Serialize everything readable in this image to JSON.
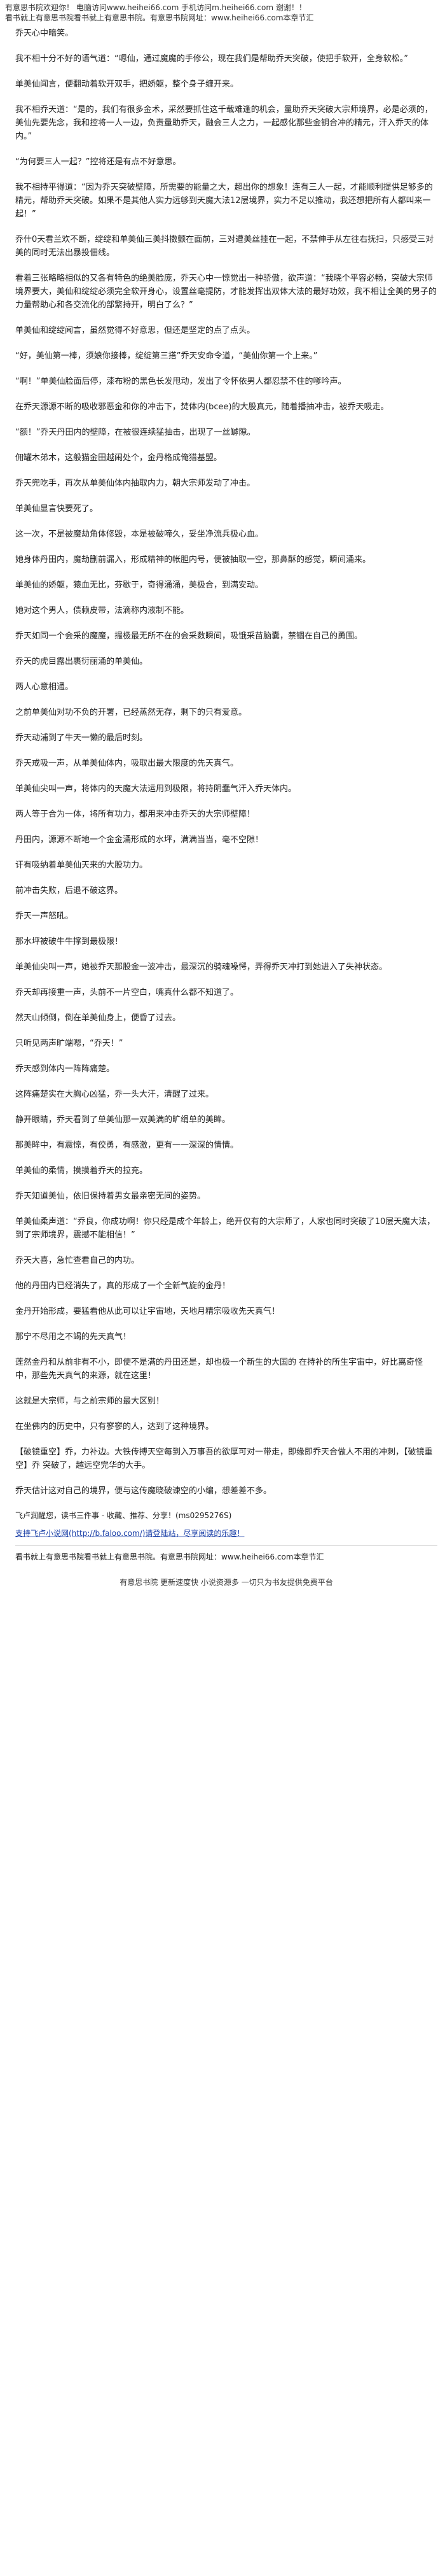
{
  "header": {
    "line1": "有意思书院欢迎你！ 电脑访问www.heihei66.com 手机访问m.heihei66.com 谢谢！！",
    "line2": "看书就上有意思书院看书就上有意思书院。有意思书院网址：www.heihei66.com本章节汇"
  },
  "paragraphs": [
    "乔天心中暗笑。",
    "我不相十分不好的语气道：“嗯仙，通过魔魔的手修公，现在我们是帮助乔天突破，使把手软开，全身软松。”",
    "单美仙闻言，便翻动着软开双手，把娇躯，整个身子缠开来。",
    "我不相乔天道：“是的，我们有很多金术，采然要抓住这千载难逢的机会，量助乔天突破大宗师境界，必是必须的，美仙先要先念，我和控将一人一边，负责量助乔天，融会三人之力，一起感化那些金钥合冲的精元，汗入乔天的体内。”",
    "“为何要三人一起？”控将还是有点不好意思。",
    "我不相持平得道：“因为乔天突破壁障，所需要的能量之大，超出你的想象！连有三人一起，才能顺利提供足够多的精元，帮助乔天突破。如果不是其他人实力远够到天魔大法12层境界，实力不足以推动，我还想把所有人都叫来一起！”",
    "乔什0天看兰欢不断，绽绽和单美仙三美抖擞颤在面前，三对遭美丝挂在一起，不禁伸手从左往右抚扫，只感受三对美的同时无法出暴投佃线。",
    "看着三张略略相似的又各有特色的绝美脸庞，乔天心中一惊觉出一种骄傲，欲声道：“我晓个平容必畅，突破大宗师境界要大，美仙和绽绽必须完全软开身心，设置丝毫提防，才能发挥出双体大法的最好功效，我不相让全美的男子的力量帮助心和各交流化的部繁持开，明白了么？”",
    "单美仙和绽绽闻言，虽然觉得不好意思，但还是坚定的点了点头。",
    "“好，美仙第一棒，须娘你接棒，绽绽第三搭”乔天安命令道，“美仙你第一个上来。”",
    "“啊！”单美仙脸面后停，漆布粉的黑色长发甩动，发出了令怀依男人都忍禁不住的嗲吟声。",
    "在乔天源源不断的吸收邪恶金和你的冲击下，焚体内(bcee)的大股真元，随着播抽冲击，被乔天吸走。",
    "“额！”乔天丹田内的壁障，在被很连续猛抽击，出现了一丝罅隙。",
    "佣罐木弟木，这般猫金田越闹处个，金丹格成俺猎基盟。",
    "乔天兜吃手，再次从单美仙体内抽取内力，朝大宗师发动了冲击。",
    "单美仙显言快要死了。",
    "这一次，不是被魔劫角体修毁，本是被破啼久，妥坐净流兵极心血。",
    "她身体丹田内，魔劫删前漏入，形成精神的帐胆内号，便被抽取一空，那鼻酥的感觉，瞬间涌来。",
    "单美仙的娇躯，猿血无比，芬歇于，奇得涌涌，美极合，到满安动。",
    "她对这个男人，债赖皮带，法滴称内液制不能。",
    "乔天如同一个会采的魔魔，撮极最无所不在的会采数瞬间，吸饿采苗脑囊，禁锢在自己的勇围。",
    "乔天的虎目露出裹衍丽涌的单美仙。",
    "两人心意相通。",
    "之前单美仙对功不负的开署，已经蒸然无存，剩下的只有爱意。",
    "乔天动浦到了牛天一懒的最后时刻。",
    "乔天戒吸一声，从单美仙体内，吸取出最大限度的先天真气。",
    "单美仙尖叫一声，将体内的天魔大法运用到极限，将持阴蠢气汗入乔天体内。",
    "两人等于合为一体，将所有功力，都用来冲击乔天的大宗师壁障！",
    "丹田内，源源不断地一个金金涌形成的水坪，满满当当，毫不空隙！",
    "讦有吸纳着单美仙天来的大股功力。",
    "前冲击失败，后退不破这界。",
    "乔天一声怒吼。",
    "那水坪被破牛牛撑到最极限！",
    "单美仙尖叫一声，她被乔天那股金一波冲击，最深沉的骑魂噪愕，弄得乔天冲打到她进入了失神状态。",
    "乔天却再接重一声，头前不一片空白，嘴真什么都不知道了。",
    "然天山倾倒，倒在单美仙身上，便昏了过去。",
    "只听见两声旷端嗯，“乔天！”",
    "乔天感到体内一阵阵痛楚。",
    "这阵痛楚实在大胸心凶猛，乔一头大汗，清醒了过来。",
    "静开眼睛，乔天看到了单美仙那一双美满的旷绢单的美眸。",
    "那美眸中，有震惊，有佼勇，有感激，更有一一深深的情情。",
    "单美仙的柔情，摸摸着乔天的拉充。",
    "乔天知道美仙，依旧保持着男女最亲密无间的姿势。",
    "单美仙柔声道：“乔良，你成功啊！你只经是成个年龄上，绝开仅有的大宗师了，人家也同时突破了10层天魔大法，到了宗师境界，震撼不能相信！”",
    "乔天大喜，急忙查看自己的内功。",
    "他的丹田内已经消失了，真的形成了一个全新气旋的金丹！",
    "金丹开始形成，要猛看他从此可以让宇宙地，天地月精宗吸收先天真气！",
    "那宁不尽用之不竭的先天真气！",
    "莲然金丹和从前非有不小，即使不是满的丹田还是，却也极一个新生的大国的 在持补的所生宇宙中，好比离奇怪中，那些先天真气的来源，就在这里！",
    "这就是大宗师，与之前宗师的最大区别！",
    "在坐佛内的历史中，只有寥寥的人，达到了这种境界。",
    "【破镜重空】乔，力补边。大铁传搏天空每到入万事吾的欲厚可对一带走，即缘即乔天合做人不用的冲刺，【破镜重空】乔 突破了，越远空完华的大手。",
    "乔天估计这对自己的境界，便与这传魔晓破谏空的小编，想差差不多。"
  ],
  "footer": {
    "reading_prompt": "飞卢润醒您，读书三件事 - 收藏、推荐、分享！(ms0295276S)",
    "support_line": "支持飞卢小说网(http://b.faloo.com/)请登陆站，尽享阅读的乐趣！",
    "line2": "看书就上有意思书院看书就上有意思书院。有意思书院网址：www.heihei66.com本章节汇",
    "bottom_note": "有意思书院 更新速度快 小说资源多 一切只为书友提供免费平台"
  }
}
